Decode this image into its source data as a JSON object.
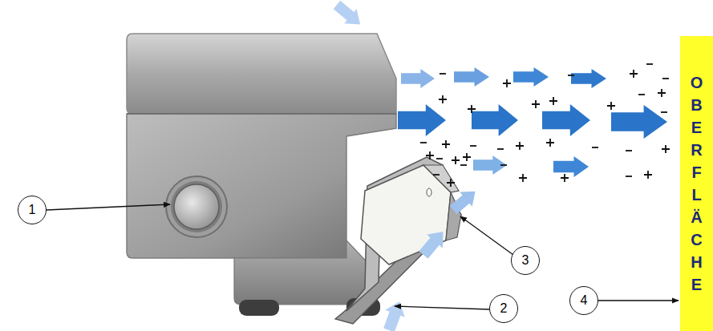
{
  "diagram": {
    "nodes": [
      {
        "text": [
          "1"
        ]
      },
      {
        "text": [
          "3"
        ]
      },
      {
        "text": [
          "4"
        ]
      },
      {
        "text": [
          "2"
        ]
      },
      {
        "text": [
          "OBERFLÄCHE"
        ]
      }
    ],
    "edges": [
      {
        "from": 2,
        "to": 4,
        "arrow": "to"
      }
    ]
  }
}
